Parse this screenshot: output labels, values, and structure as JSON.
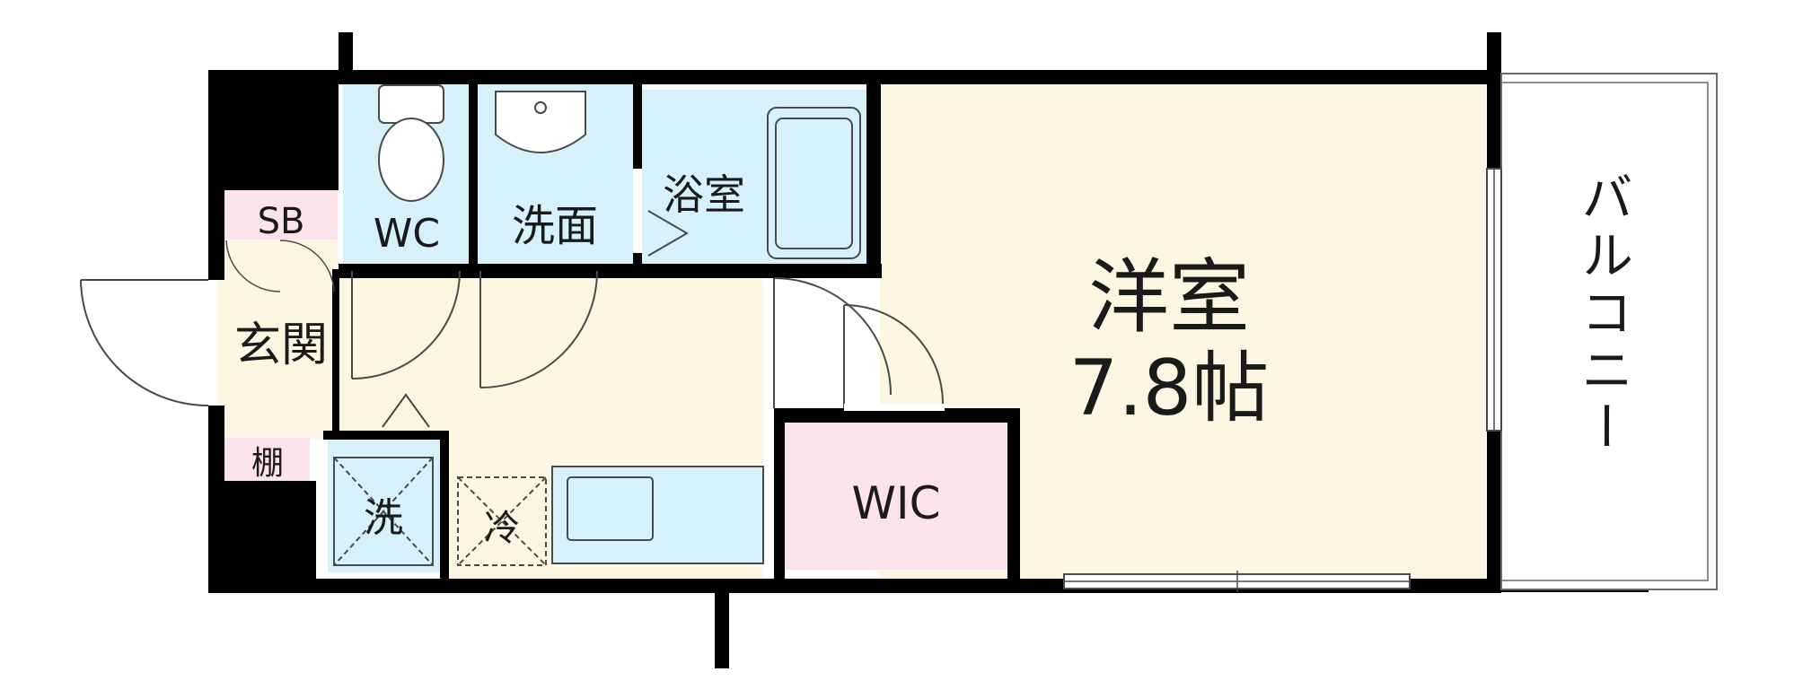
{
  "rooms": {
    "western_room": {
      "name": "洋室",
      "size": "7.8帖"
    },
    "balcony": {
      "name": "バルコニー"
    },
    "wc": {
      "name": "WC"
    },
    "washroom": {
      "name": "洗面"
    },
    "bathroom": {
      "name": "浴室"
    },
    "shoe_box": {
      "name": "SB"
    },
    "entrance": {
      "name": "玄関"
    },
    "shelf": {
      "name": "棚"
    },
    "walk_in_closet": {
      "name": "WIC"
    },
    "washer": {
      "name": "洗"
    },
    "fridge": {
      "name": "冷"
    }
  },
  "colors": {
    "wall": "#000000",
    "wet_area": "#d7f1fb",
    "living_floor": "#fdf6e3",
    "storage": "#fbe3ec",
    "balcony": "#ffffff",
    "fixture_stroke": "#4a4a4a"
  }
}
